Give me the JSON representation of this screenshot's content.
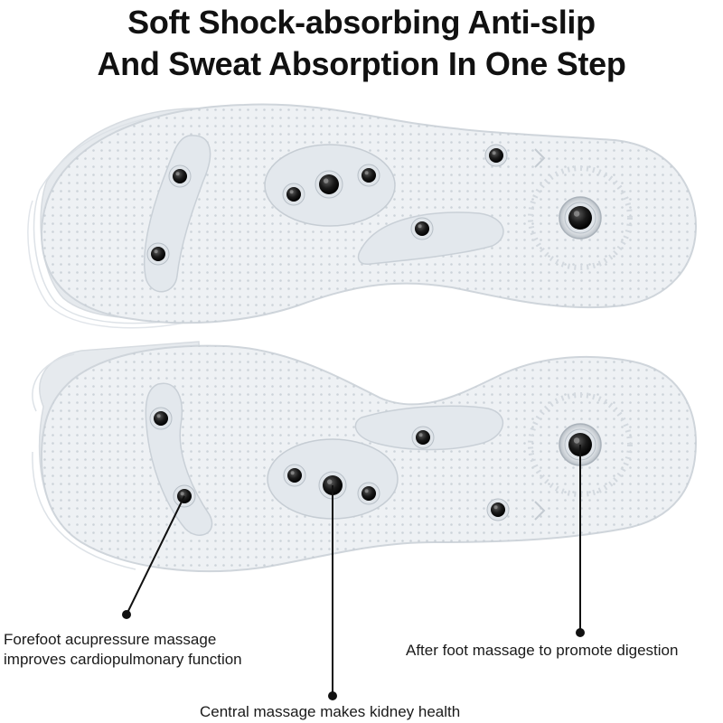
{
  "headline": {
    "line1": "Soft Shock-absorbing Anti-slip",
    "line2": "And Sweat Absorption In One Step"
  },
  "callouts": {
    "forefoot": {
      "line1": "Forefoot acupressure massage",
      "line2": "improves cardiopulmonary function"
    },
    "after_foot": "After foot massage to promote digestion",
    "central": "Central massage makes kidney health"
  },
  "colors": {
    "insole_fill": "#eef1f4",
    "insole_edge": "#d2d8de",
    "magnet": "#1c1c1c",
    "leader_line": "#111111",
    "text": "#111111"
  },
  "icons": {
    "magnet": "magnet-icon",
    "leader_dot": "leader-dot-icon"
  }
}
